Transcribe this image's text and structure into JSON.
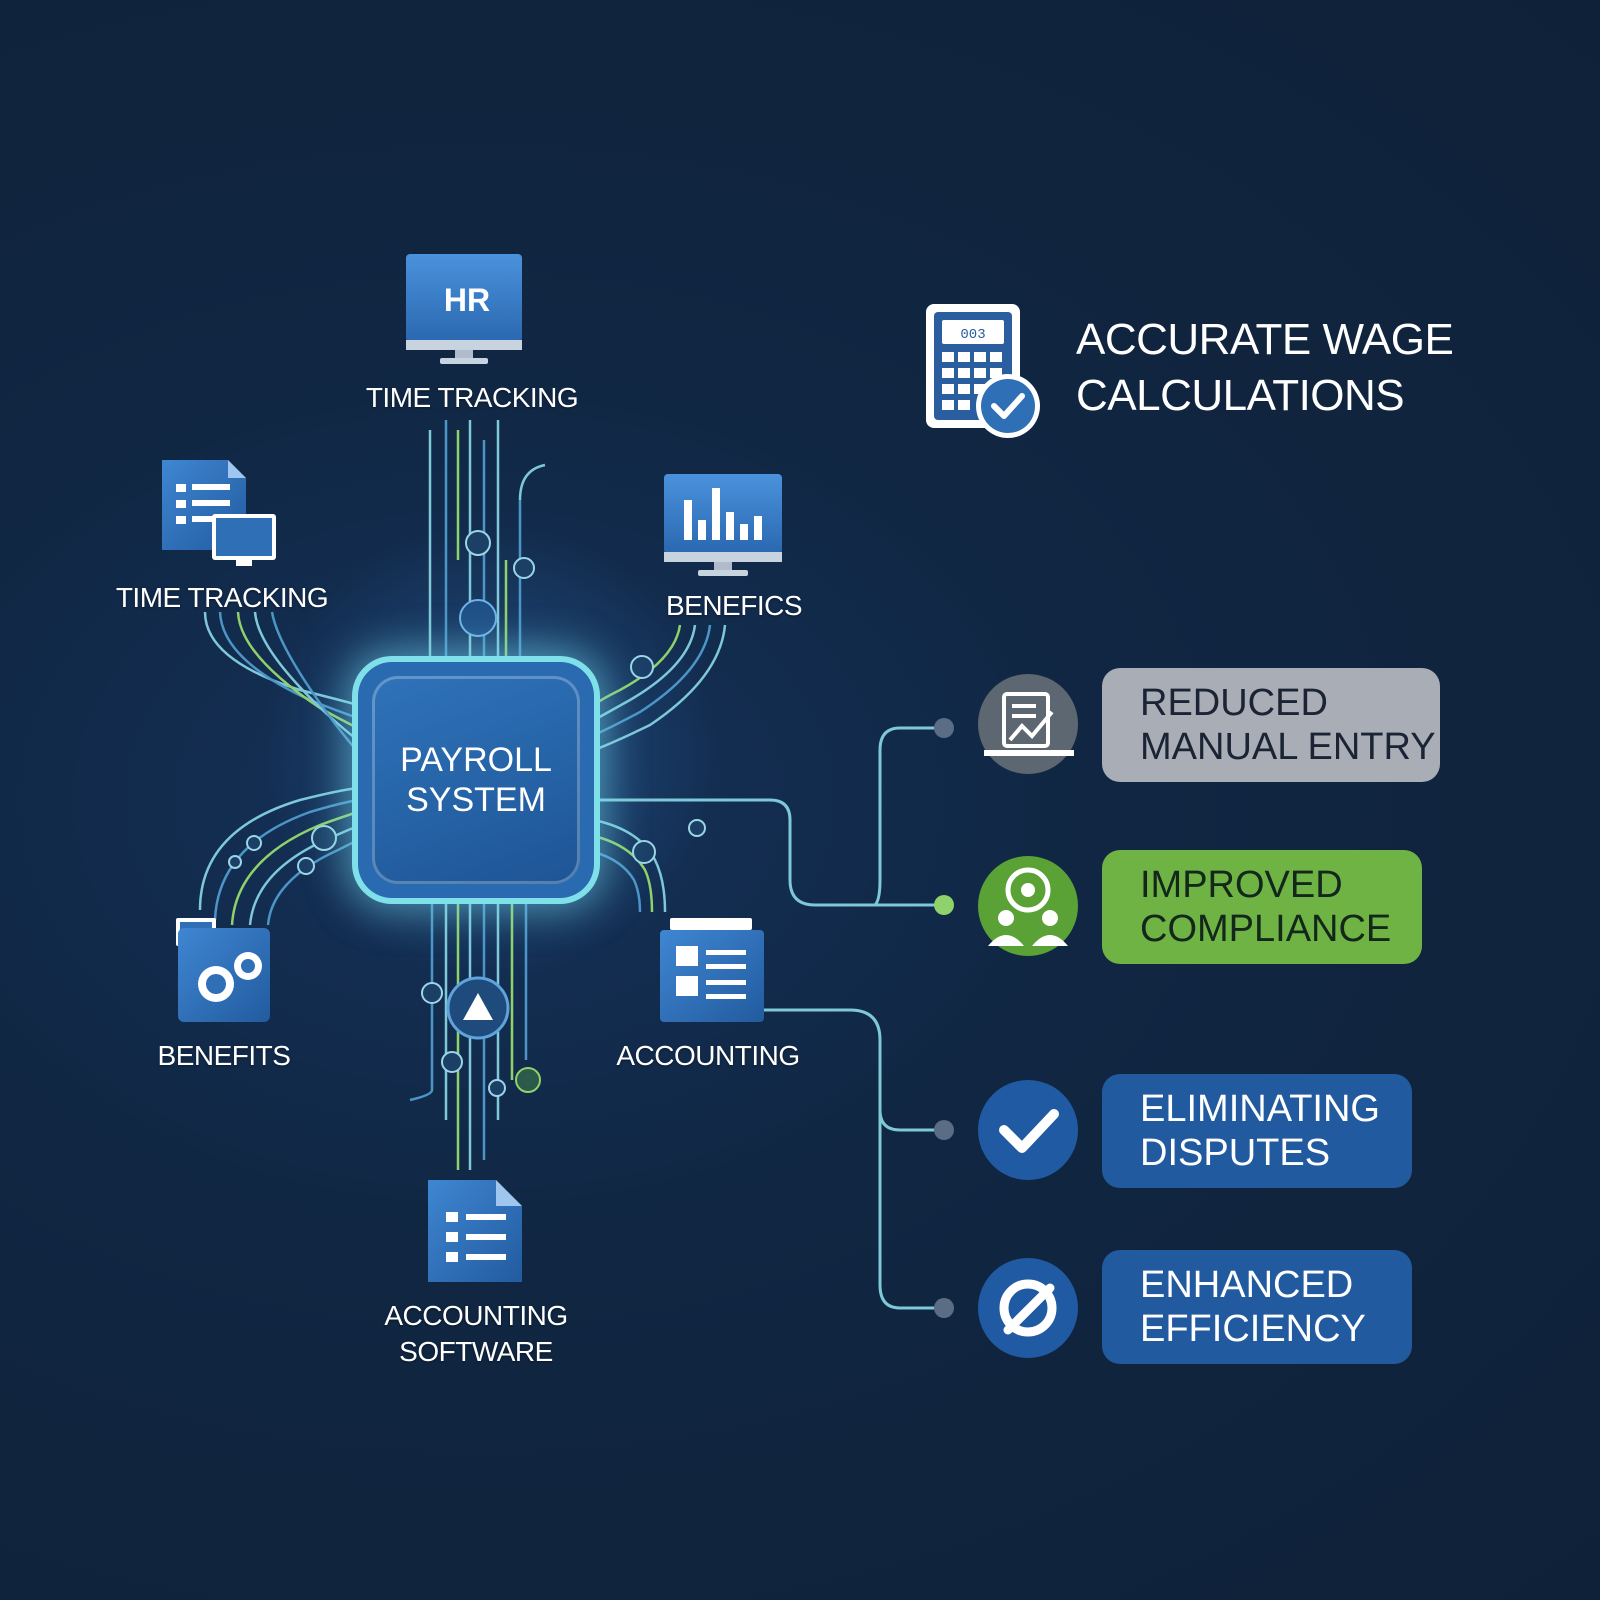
{
  "hub": {
    "title": "PAYROLL\nSYSTEM"
  },
  "sources": {
    "hr_icon_text": "HR",
    "top_label": "TIME TRACKING",
    "left_top_label": "TIME TRACKING",
    "right_top_label": "BENEFICS",
    "left_bottom_label": "BENEFITS",
    "right_bottom_label": "ACCOUNTING",
    "bottom_label": "ACCOUNTING\nSOFTWARE"
  },
  "headline": {
    "text": "ACCURATE WAGE\nCALCULATIONS",
    "calculator_display": "003"
  },
  "benefits": [
    {
      "label": "REDUCED\nMANUAL ENTRY",
      "icon": "document-chart-icon",
      "color": "#a9adb5"
    },
    {
      "label": "IMPROVED\nCOMPLIANCE",
      "icon": "people-network-icon",
      "color": "#6fb345"
    },
    {
      "label": "ELIMINATING\nDISPUTES",
      "icon": "checkmark-icon",
      "color": "#225aa0"
    },
    {
      "label": "ENHANCED\nEFFICIENCY",
      "icon": "target-icon",
      "color": "#225aa0"
    }
  ],
  "colors": {
    "background": "#10243e",
    "hub_border": "#7fe0ea",
    "line_teal": "#7ec8d8",
    "line_green": "#8fd16a",
    "accent_blue": "#2f6fb5"
  }
}
